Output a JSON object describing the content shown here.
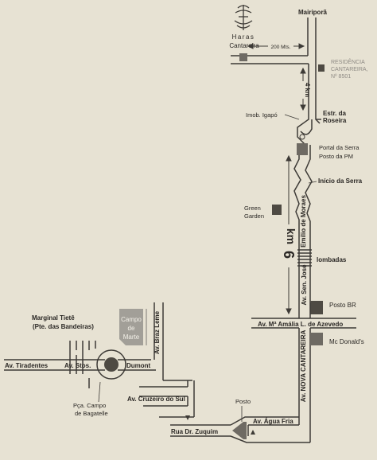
{
  "colors": {
    "background": "#e7e2d3",
    "ink": "#2a2724",
    "road_stroke": "#3d3a36",
    "block_dark": "#4e4a43",
    "block_mid": "#6e6a63",
    "campo": "#a29f98",
    "muted_text": "#8e8a84"
  },
  "logo": {
    "icon": "haras-cantareira-logo",
    "line1": "Haras",
    "line2": "Cantareira"
  },
  "labels": {
    "mairipora": "Mairiporã",
    "distance_200": "200 Mts.",
    "residencia_1": "RESIDÊNCIA",
    "residencia_2": "CANTAREIRA,",
    "residencia_3": "Nº 8501",
    "km4": "4 km",
    "estr_roseira_1": "Estr. da",
    "estr_roseira_2": "Roseira",
    "imob_igapo": "Imob. Igapó",
    "portal_1": "Portal da Serra",
    "portal_2": "Posto da PM",
    "inicio_serra": "Início da Serra",
    "green_1": "Green",
    "green_2": "Garden",
    "km6_num": "6",
    "km6_unit": "km",
    "emilio": "Emílio de Moraes",
    "lombadas": "lombadas",
    "av_sen_jose": "Av. Sen. José",
    "posto_br": "Posto BR",
    "av_maria_amalia": "Av. Mª Amália L. de Azevedo",
    "mc_donalds": "Mc Donald's",
    "av_nova_cantareira": "Av. NOVA CANTAREIRA",
    "marginal_1": "Marginal Tietê",
    "marginal_2": "(Pte. das Bandeiras)",
    "campo_1": "Campo",
    "campo_2": "de",
    "campo_3": "Marte",
    "av_braz_leme": "Av. Braz Leme",
    "av_tiradentes": "Av. Tiradentes",
    "av_stos": "Av. Stos.",
    "dumont": "Dumont",
    "pca_1": "Pça. Campo",
    "pca_2": "de Bagatelle",
    "av_cruzeiro": "Av. Cruzeiro do Sul",
    "posto": "Posto",
    "av_agua_fria": "Av. Água Fria",
    "rua_zuquim": "Rua Dr. Zuquim"
  }
}
